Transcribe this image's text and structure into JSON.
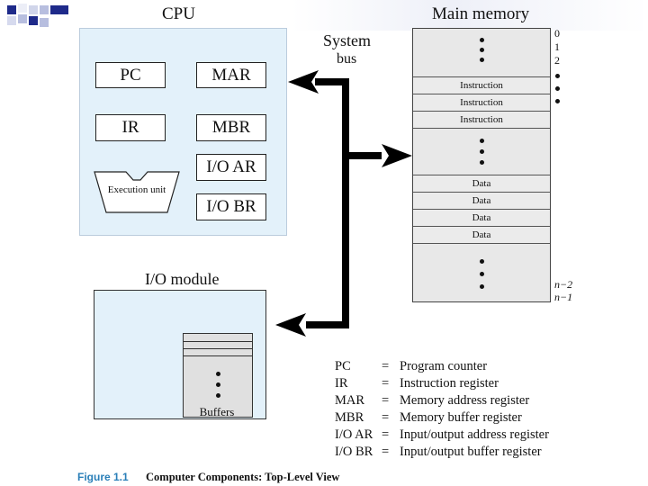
{
  "cpu": {
    "title": "CPU",
    "registers": [
      "PC",
      "MAR",
      "IR",
      "MBR",
      "I/O AR",
      "I/O BR"
    ],
    "execution_unit": "Execution unit"
  },
  "bus": {
    "line1": "System",
    "line2": "bus"
  },
  "memory": {
    "title": "Main memory",
    "rows": [
      "Instruction",
      "Instruction",
      "Instruction",
      "Data",
      "Data",
      "Data",
      "Data"
    ],
    "addresses_top": [
      "0",
      "1",
      "2"
    ],
    "addresses_bottom": [
      "n−2",
      "n−1"
    ]
  },
  "io_module": {
    "title": "I/O module",
    "buffers_label": "Buffers"
  },
  "legend": [
    {
      "abbr": "PC",
      "eq": "=",
      "full": "Program counter"
    },
    {
      "abbr": "IR",
      "eq": "=",
      "full": "Instruction register"
    },
    {
      "abbr": "MAR",
      "eq": "=",
      "full": "Memory address register"
    },
    {
      "abbr": "MBR",
      "eq": "=",
      "full": "Memory buffer register"
    },
    {
      "abbr": "I/O AR",
      "eq": "=",
      "full": "Input/output address register"
    },
    {
      "abbr": "I/O BR",
      "eq": "=",
      "full": "Input/output buffer register"
    }
  ],
  "caption": {
    "number": "Figure 1.1",
    "text": "Computer Components: Top-Level View"
  },
  "colors": {
    "panel_fill": "#e3f1fa",
    "memory_fill": "#e8e8e8",
    "caption_blue": "#2a7fb8",
    "deco_navy": "#1e2a8a"
  }
}
